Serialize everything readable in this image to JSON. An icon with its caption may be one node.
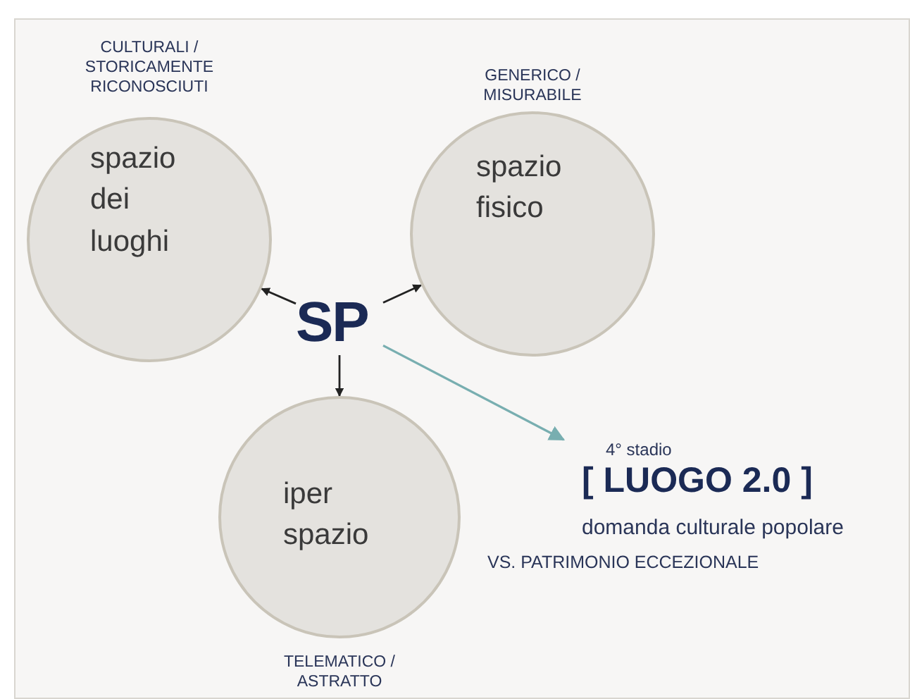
{
  "diagram": {
    "nodes": [
      {
        "text": [
          "SP"
        ]
      },
      {
        "text": [
          "CULTURALI / STORICAMENTE RICONOSCIUTI",
          "spazio dei luoghi"
        ]
      },
      {
        "text": [
          "GENERICO / MISURABILE",
          "spazio fisico"
        ]
      },
      {
        "text": [
          "iper spazio",
          "TELEMATICO / ASTRATTO"
        ]
      },
      {
        "text": [
          "4° stadio",
          "[ LUOGO 2.0 ]",
          "domanda culturale popolare",
          "VS. PATRIMONIO ECCEZIONALE"
        ]
      }
    ],
    "edges": [
      {
        "from": 0,
        "to": 1,
        "arrow": "to"
      },
      {
        "from": 0,
        "to": 2,
        "arrow": "to"
      },
      {
        "from": 0,
        "to": 3,
        "arrow": "to"
      },
      {
        "from": 0,
        "to": 4,
        "arrow": "to",
        "color": "#78aeb0"
      }
    ]
  }
}
